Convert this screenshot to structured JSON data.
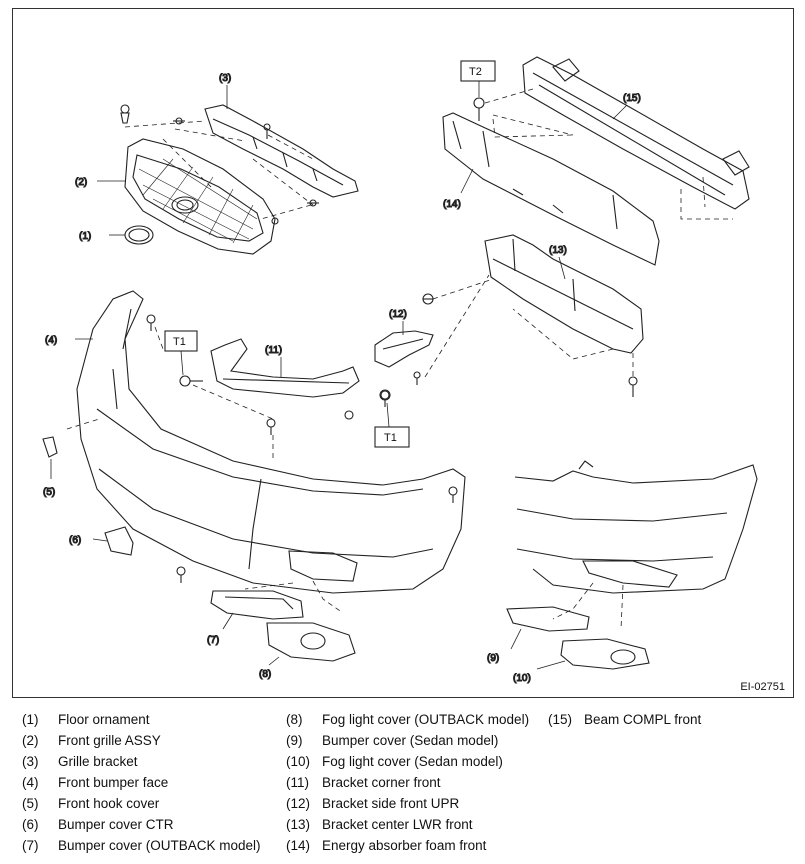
{
  "figure": {
    "ref_code": "EI-02751",
    "callouts": [
      {
        "id": "c1",
        "text": "(1)"
      },
      {
        "id": "c2",
        "text": "(2)"
      },
      {
        "id": "c3",
        "text": "(3)"
      },
      {
        "id": "c4",
        "text": "(4)"
      },
      {
        "id": "c5",
        "text": "(5)"
      },
      {
        "id": "c6",
        "text": "(6)"
      },
      {
        "id": "c7",
        "text": "(7)"
      },
      {
        "id": "c8",
        "text": "(8)"
      },
      {
        "id": "c9",
        "text": "(9)"
      },
      {
        "id": "c10",
        "text": "(10)"
      },
      {
        "id": "c11",
        "text": "(11)"
      },
      {
        "id": "c12",
        "text": "(12)"
      },
      {
        "id": "c13",
        "text": "(13)"
      },
      {
        "id": "c14",
        "text": "(14)"
      },
      {
        "id": "c15",
        "text": "(15)"
      }
    ],
    "torque_labels": [
      "T1",
      "T1",
      "T2"
    ]
  },
  "legend": [
    {
      "num": "(1)",
      "label": "Floor ornament"
    },
    {
      "num": "(2)",
      "label": "Front grille ASSY"
    },
    {
      "num": "(3)",
      "label": "Grille bracket"
    },
    {
      "num": "(4)",
      "label": "Front bumper face"
    },
    {
      "num": "(5)",
      "label": "Front hook cover"
    },
    {
      "num": "(6)",
      "label": "Bumper cover CTR"
    },
    {
      "num": "(7)",
      "label": "Bumper cover (OUTBACK model)"
    },
    {
      "num": "(8)",
      "label": "Fog light cover (OUTBACK model)"
    },
    {
      "num": "(9)",
      "label": "Bumper cover (Sedan model)"
    },
    {
      "num": "(10)",
      "label": "Fog light cover (Sedan model)"
    },
    {
      "num": "(11)",
      "label": "Bracket corner front"
    },
    {
      "num": "(12)",
      "label": "Bracket side front UPR"
    },
    {
      "num": "(13)",
      "label": "Bracket center LWR front"
    },
    {
      "num": "(14)",
      "label": "Energy absorber foam front"
    },
    {
      "num": "(15)",
      "label": "Beam COMPL front"
    }
  ]
}
